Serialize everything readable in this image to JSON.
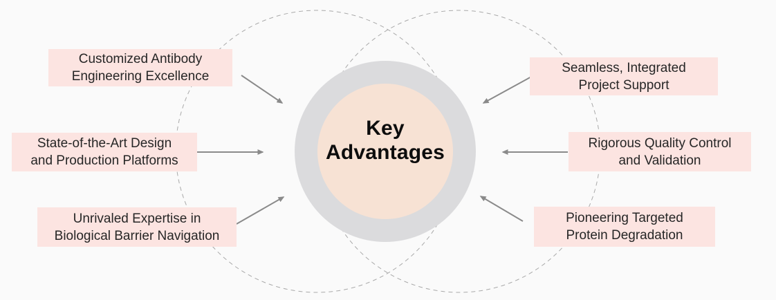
{
  "title": {
    "line1": "Key",
    "line2": "Advantages"
  },
  "advantages": {
    "left": [
      {
        "lines": [
          "Customized Antibody",
          "Engineering Excellence"
        ]
      },
      {
        "lines": [
          "State-of-the-Art Design",
          "and Production Platforms"
        ]
      },
      {
        "lines": [
          "Unrivaled Expertise in",
          "Biological Barrier Navigation"
        ]
      }
    ],
    "right": [
      {
        "lines": [
          "Seamless, Integrated",
          "Project Support"
        ]
      },
      {
        "lines": [
          "Rigorous Quality Control",
          "and Validation"
        ]
      },
      {
        "lines": [
          "Pioneering Targeted",
          "Protein Degradation"
        ]
      }
    ]
  },
  "colors": {
    "background": "#fafafa",
    "box_background": "#fce4e1",
    "box_text": "#262626",
    "center_ring": "#dbdbdd",
    "center_fill": "#f7e2d4",
    "center_text": "#0d0d0d",
    "arrow": "#8a8a8a",
    "dashed_circle": "#a9a9a9"
  }
}
